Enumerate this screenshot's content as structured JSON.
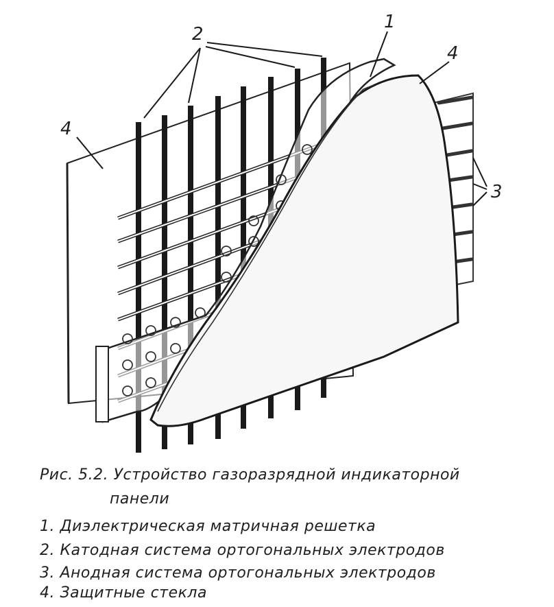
{
  "labels": {
    "n1": "1",
    "n2": "2",
    "n3": "3",
    "n4_left": "4",
    "n4_right": "4"
  },
  "caption": {
    "title_line1": "Рис. 5.2. Устройство газоразрядной индикаторной",
    "title_line2": "панели",
    "item1": "1. Диэлектрическая матричная решетка",
    "item2": "2. Катодная система ортогональных электродов",
    "item3": "3. Анодная система ортогональных электродов",
    "item4": "4. Защитные стекла"
  }
}
